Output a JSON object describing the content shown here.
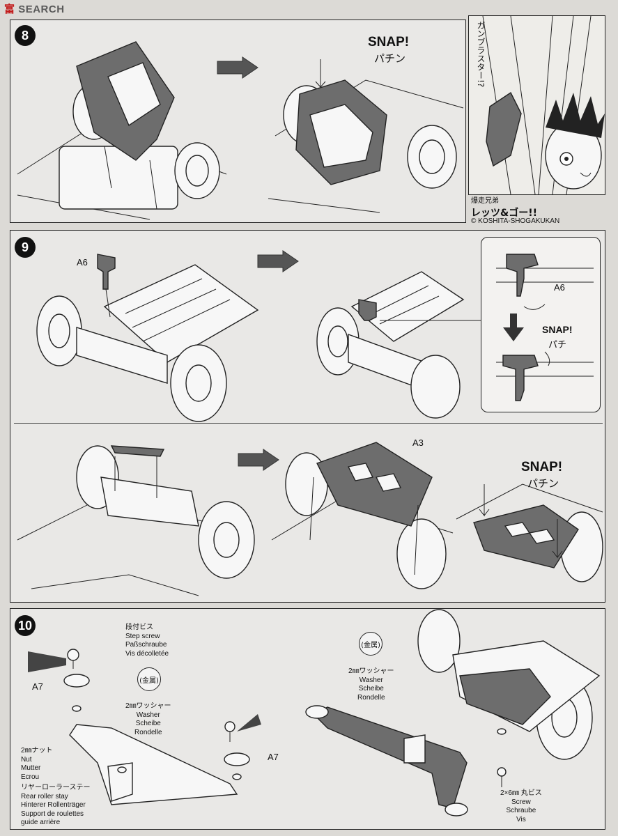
{
  "watermark": {
    "brand_red": "富",
    "brand_rest": "SEARCH",
    "url": ""
  },
  "step8": {
    "number": "8",
    "snap_en": "SNAP!",
    "snap_jp": "パチン",
    "manga": {
      "title_small": "爆走兄弟",
      "title": "レッツ&ゴー!!",
      "copyright": "© KOSHITA-SHOGAKUKAN",
      "speech": "ガンブラスター!?"
    }
  },
  "step9": {
    "number": "9",
    "part_a6": "A6",
    "inset_part": "A6",
    "inset_snap_en": "SNAP!",
    "inset_snap_jp": "パチ",
    "part_a3": "A3",
    "snap_en": "SNAP!",
    "snap_jp": "パチン"
  },
  "step10": {
    "number": "10",
    "step_screw": [
      "段付ビス",
      "Step screw",
      "Paßschraube",
      "Vis décolletée"
    ],
    "a7_left": "A7",
    "a7_right": "A7",
    "kinzoku": "(金属)",
    "washer_left": [
      "2㎜ワッシャー",
      "Washer",
      "Scheibe",
      "Rondelle"
    ],
    "washer_right": [
      "2㎜ワッシャー",
      "Washer",
      "Scheibe",
      "Rondelle"
    ],
    "nut": [
      "2㎜ナット",
      "Nut",
      "Mutter",
      "Ecrou"
    ],
    "rear_roller": [
      "リヤーローラーステー",
      "Rear roller stay",
      "Hinterer Rollenträger",
      "Support de roulettes",
      "guide arrière"
    ],
    "screw": [
      "2×6㎜ 丸ビス",
      "Screw",
      "Schraube",
      "Vis"
    ]
  }
}
